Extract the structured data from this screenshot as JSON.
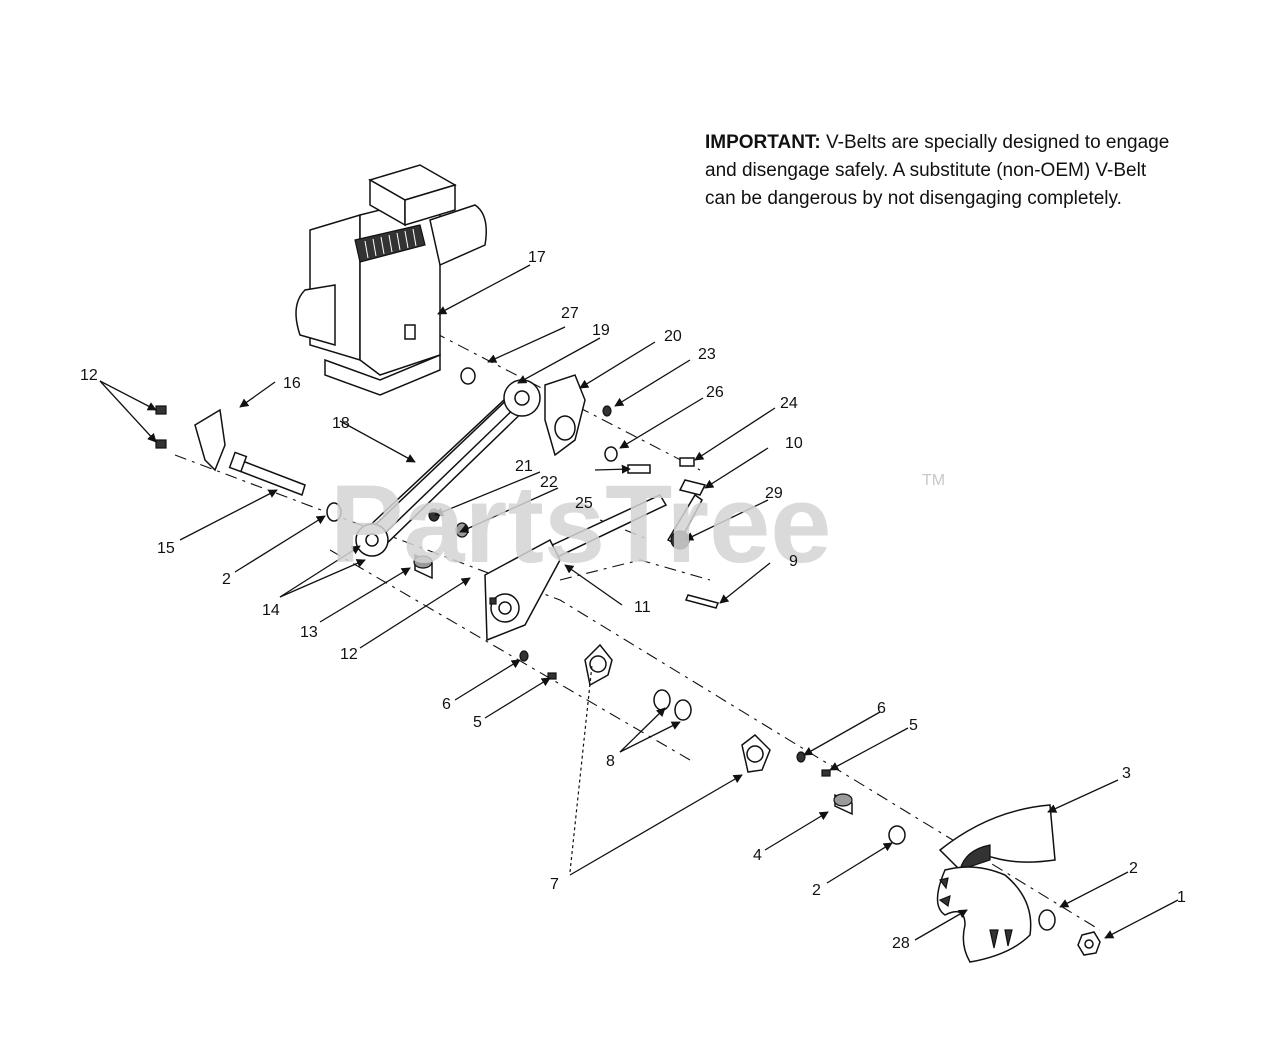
{
  "note": {
    "lead": "IMPORTANT:",
    "text": "V-Belts are specially designed to engage and disengage safely. A substitute (non-OEM) V-Belt can be dangerous by not disengaging completely."
  },
  "watermark": {
    "text": "PartsTree",
    "tm": "TM"
  },
  "callouts": {
    "c1": "1",
    "c2a": "2",
    "c2b": "2",
    "c2c": "2",
    "c3": "3",
    "c4": "4",
    "c5a": "5",
    "c5b": "5",
    "c6a": "6",
    "c6b": "6",
    "c7": "7",
    "c8": "8",
    "c9": "9",
    "c10": "10",
    "c11": "11",
    "c12a": "12",
    "c12b": "12",
    "c13": "13",
    "c14": "14",
    "c15": "15",
    "c16": "16",
    "c17": "17",
    "c18": "18",
    "c19": "19",
    "c20": "20",
    "c21": "21",
    "c22": "22",
    "c23": "23",
    "c24": "24",
    "c25": "25",
    "c26": "26",
    "c27": "27",
    "c28": "28",
    "c29": "29"
  }
}
